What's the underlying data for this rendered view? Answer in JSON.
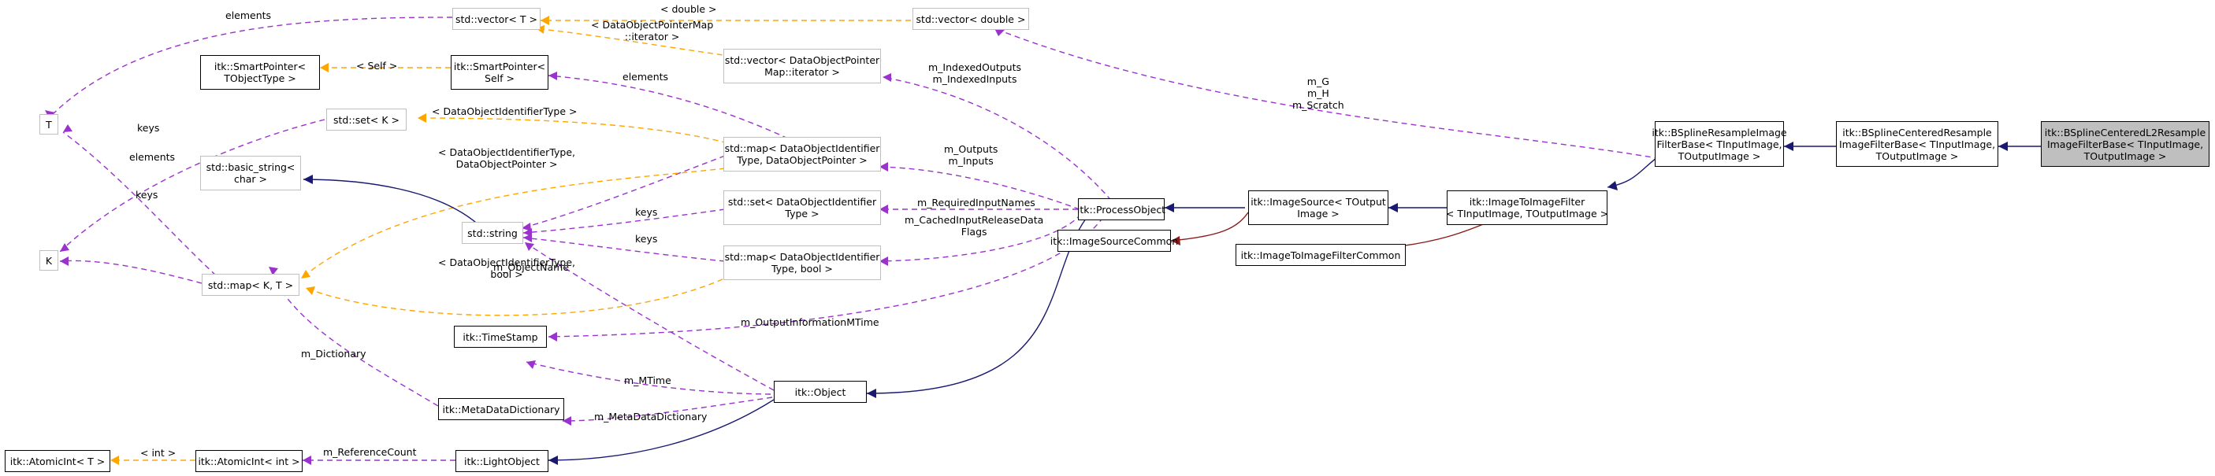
{
  "nodes": {
    "vector_T": [
      "std::vector< T >"
    ],
    "vector_double": [
      "std::vector< double >"
    ],
    "T": [
      "T"
    ],
    "K": [
      "K"
    ],
    "smartpointer_tobjecttype": [
      "itk::SmartPointer<",
      "TObjectType >"
    ],
    "smartpointer_self": [
      "itk::SmartPointer<",
      "Self >"
    ],
    "vector_dataobjectpointermap": [
      "std::vector< DataObjectPointer",
      "Map::iterator >"
    ],
    "set_K": [
      "std::set< K >"
    ],
    "basic_string": [
      "std::basic_string<",
      "char >"
    ],
    "map_KT": [
      "std::map< K, T >"
    ],
    "std_string": [
      "std::string"
    ],
    "map_dataobjectpointer": [
      "std::map< DataObjectIdentifier",
      "Type, DataObjectPointer >"
    ],
    "set_dataobjectidentifier": [
      "std::set< DataObjectIdentifier",
      "Type >"
    ],
    "map_bool": [
      "std::map< DataObjectIdentifier",
      "Type, bool >"
    ],
    "timestamp": [
      "itk::TimeStamp"
    ],
    "metadatadictionary": [
      "itk::MetaDataDictionary"
    ],
    "atomicint_T": [
      "itk::AtomicInt< T >"
    ],
    "atomicint_int": [
      "itk::AtomicInt< int >"
    ],
    "lightobject": [
      "itk::LightObject"
    ],
    "object": [
      "itk::Object"
    ],
    "processobject": [
      "itk::ProcessObject"
    ],
    "imagesourcecommon": [
      "itk::ImageSourceCommon"
    ],
    "imagesource": [
      "itk::ImageSource< TOutput",
      "Image >"
    ],
    "imagetoimagefiltercommon": [
      "itk::ImageToImageFilterCommon"
    ],
    "imagetoimagefilter": [
      "itk::ImageToImageFilter",
      "< TInputImage, TOutputImage >"
    ],
    "bsplineresample": [
      "itk::BSplineResampleImage",
      "FilterBase< TInputImage,",
      "TOutputImage >"
    ],
    "bsplinecentered": [
      "itk::BSplineCenteredResample",
      "ImageFilterBase< TInputImage,",
      "TOutputImage >"
    ],
    "bsplinecenteredl2": [
      "itk::BSplineCenteredL2Resample",
      "ImageFilterBase< TInputImage,",
      "TOutputImage >"
    ]
  },
  "edge_labels": {
    "elements_vector": [
      "elements"
    ],
    "double": [
      "< double >"
    ],
    "dataobjectpointermap_iterator": [
      "< DataObjectPointerMap",
      "::iterator >"
    ],
    "self": [
      "< Self >"
    ],
    "elements_smartpointer": [
      "elements"
    ],
    "dataobjectidentifiertype": [
      "< DataObjectIdentifierType >"
    ],
    "keys_T": [
      "keys"
    ],
    "elements_K": [
      "elements"
    ],
    "keys_K": [
      "keys"
    ],
    "dataobjectidentifiertype_dataobjectpointer": [
      "< DataObjectIdentifierType,",
      "DataObjectPointer >"
    ],
    "keys_map1": [
      "keys"
    ],
    "keys_set": [
      "keys"
    ],
    "keys_map2": [
      "keys"
    ],
    "dataobjectidentifiertype_bool": [
      "< DataObjectIdentifierType,",
      "bool >"
    ],
    "m_objectname": [
      "m_ObjectName"
    ],
    "m_dictionary": [
      "m_Dictionary"
    ],
    "m_indexed": [
      "m_IndexedOutputs",
      "m_IndexedInputs"
    ],
    "m_outputs_inputs": [
      "m_Outputs",
      "m_Inputs"
    ],
    "m_requiredinputnames": [
      "m_RequiredInputNames"
    ],
    "m_cachedinputrelease": [
      "m_CachedInputReleaseData",
      "Flags"
    ],
    "m_outputinformationmtime": [
      "m_OutputInformationMTime"
    ],
    "m_mtime": [
      "m_MTime"
    ],
    "m_metadatadictionary": [
      "m_MetaDataDictionary"
    ],
    "int": [
      "< int >"
    ],
    "m_referencecount": [
      "m_ReferenceCount"
    ],
    "m_g_h_scratch": [
      "m_G",
      "m_H",
      "m_Scratch"
    ]
  },
  "colors": {
    "member_edge": "#9a32cd",
    "template_edge": "#ffa500",
    "inheritance_edge": "#191970",
    "private_inheritance_edge": "#8b1a1a",
    "node_border": "#000000",
    "external_node_border": "#bfbfbf",
    "focus_node_fill": "#bfbfbf"
  }
}
